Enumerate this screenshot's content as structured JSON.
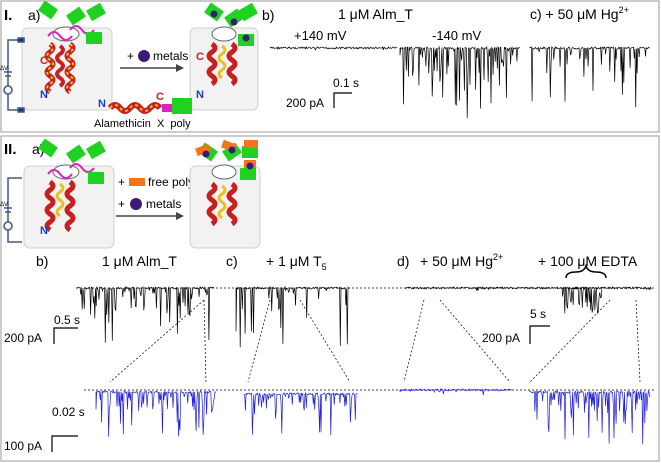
{
  "panel1": {
    "roman": "I.",
    "a": "a)",
    "b": "b)",
    "c": "c)",
    "plus_metals": "+",
    "metals": "metals",
    "dv": "ΔV",
    "c_term": "C",
    "n_term": "N",
    "construct_n": "N",
    "construct_c": "C",
    "construct_label": "Alamethicin  X  poly",
    "title_b": "1 μM Alm_T",
    "title_c": "c) + 50 μM Hg",
    "hg_sup": "2+",
    "v_pos": "+140 mV",
    "v_neg": "-140 mV",
    "scale_time": "0.1 s",
    "scale_current": "200 pA"
  },
  "panel2": {
    "roman": "II.",
    "a": "a)",
    "plus1": "+",
    "free_poly": "free poly",
    "plus2": "+",
    "metals": "metals",
    "dv": "ΔV",
    "n_term": "N",
    "b_label": "b)",
    "b_title": "1 μM Alm_T",
    "c_label": "c)",
    "c_title": "+ 1 μM T",
    "c_sub": "5",
    "d_label": "d)",
    "d_title": "+ 50 μM Hg",
    "d_sup": "2+",
    "edta": "+ 100 μM EDTA",
    "scale_t1": "0.5 s",
    "scale_i1": "200 pA",
    "scale_t2": "5 s",
    "scale_i2": "200 pA",
    "scale_t3": "0.02 s",
    "scale_i3": "100 pA"
  },
  "colors": {
    "helix_red": "#c8201e",
    "helix_yellow": "#e8c21a",
    "poly_green": "#1fd21f",
    "free_poly_orange": "#f2741d",
    "metal_purple": "#3d1a78",
    "trace_blue": "#1f1fd8",
    "linker_magenta": "#e020c0"
  }
}
